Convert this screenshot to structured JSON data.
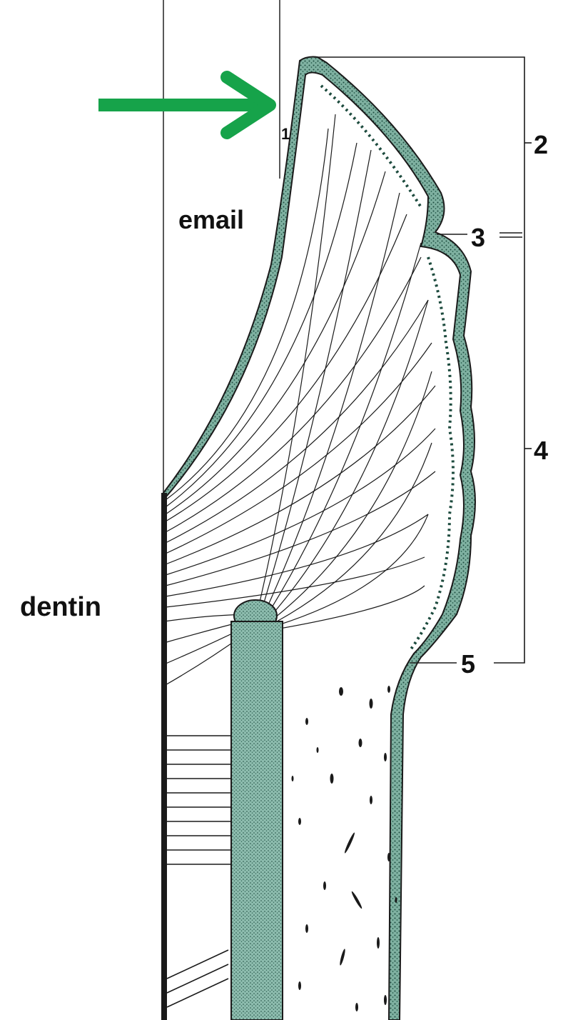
{
  "labels": {
    "enamel": "email",
    "dentin": "dentin",
    "small_marker": "1",
    "callouts": [
      "2",
      "3",
      "4",
      "5"
    ]
  },
  "colors": {
    "pointer_arrow": "#16a34a",
    "stipple_tissue": "#2f6b5a",
    "line_art": "#1a1a1a"
  },
  "pointer": {
    "icon": "right-arrow-icon"
  }
}
